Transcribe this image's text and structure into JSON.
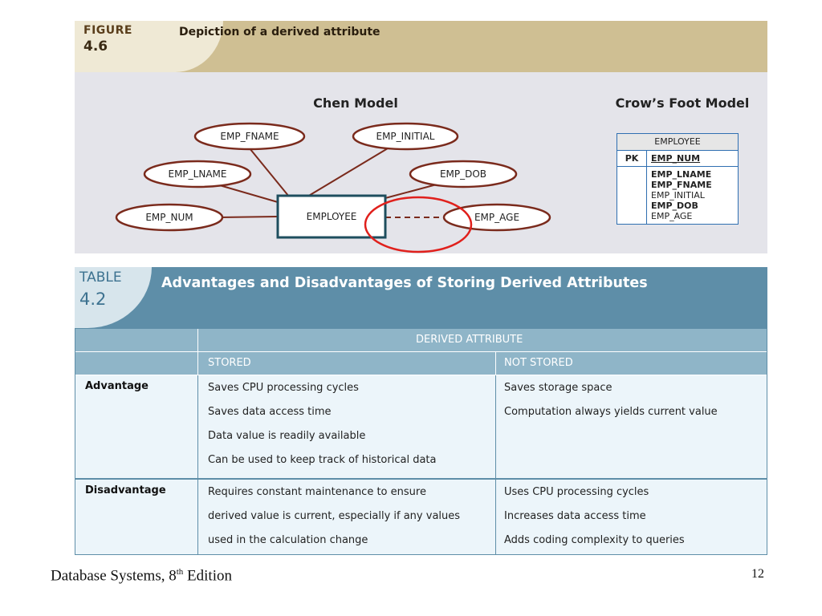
{
  "figure": {
    "label": "FIGURE",
    "number": "4.6",
    "caption": "Depiction of a derived attribute",
    "chen_title": "Chen Model",
    "crows_title": "Crow’s Foot Model",
    "chen": {
      "entity": "EMPLOYEE",
      "attributes": [
        "EMP_FNAME",
        "EMP_INITIAL",
        "EMP_LNAME",
        "EMP_DOB",
        "EMP_NUM",
        "EMP_AGE"
      ]
    },
    "crows_foot": {
      "entity": "EMPLOYEE",
      "pk_label": "PK",
      "pk_attribute": "EMP_NUM",
      "attributes": [
        {
          "name": "EMP_LNAME",
          "bold": true
        },
        {
          "name": "EMP_FNAME",
          "bold": true
        },
        {
          "name": "EMP_INITIAL",
          "bold": false
        },
        {
          "name": "EMP_DOB",
          "bold": true
        },
        {
          "name": "EMP_AGE",
          "bold": false
        }
      ]
    }
  },
  "table": {
    "label": "TABLE",
    "number": "4.2",
    "caption": "Advantages and Disadvantages of Storing Derived Attributes",
    "group_header": "DERIVED ATTRIBUTE",
    "columns": [
      "STORED",
      "NOT STORED"
    ],
    "rows": [
      {
        "label": "Advantage",
        "stored": [
          "Saves CPU processing cycles",
          "Saves data access time",
          "Data value is readily available",
          "Can be used to keep track of historical data"
        ],
        "not_stored": [
          "Saves storage space",
          "Computation always yields current value"
        ]
      },
      {
        "label": "Disadvantage",
        "stored": [
          "Requires constant maintenance to ensure",
          "derived value is current, especially if any values",
          "used in the calculation change"
        ],
        "not_stored": [
          "Uses CPU processing cycles",
          "Increases data access time",
          "Adds coding complexity to queries"
        ]
      }
    ]
  },
  "footer": {
    "book": "Database Systems, 8",
    "superscript": "th",
    "edition": " Edition",
    "page": "12"
  },
  "colors": {
    "figure_band": "#cfbf93",
    "table_band": "#5e8ea8",
    "table_header_cells": "#8fb5c8",
    "table_body": "#ecf5fa",
    "ellipse_stroke": "#7a2a1c",
    "entity_stroke": "#1e4e5e",
    "highlight_circle": "#e0201c"
  }
}
